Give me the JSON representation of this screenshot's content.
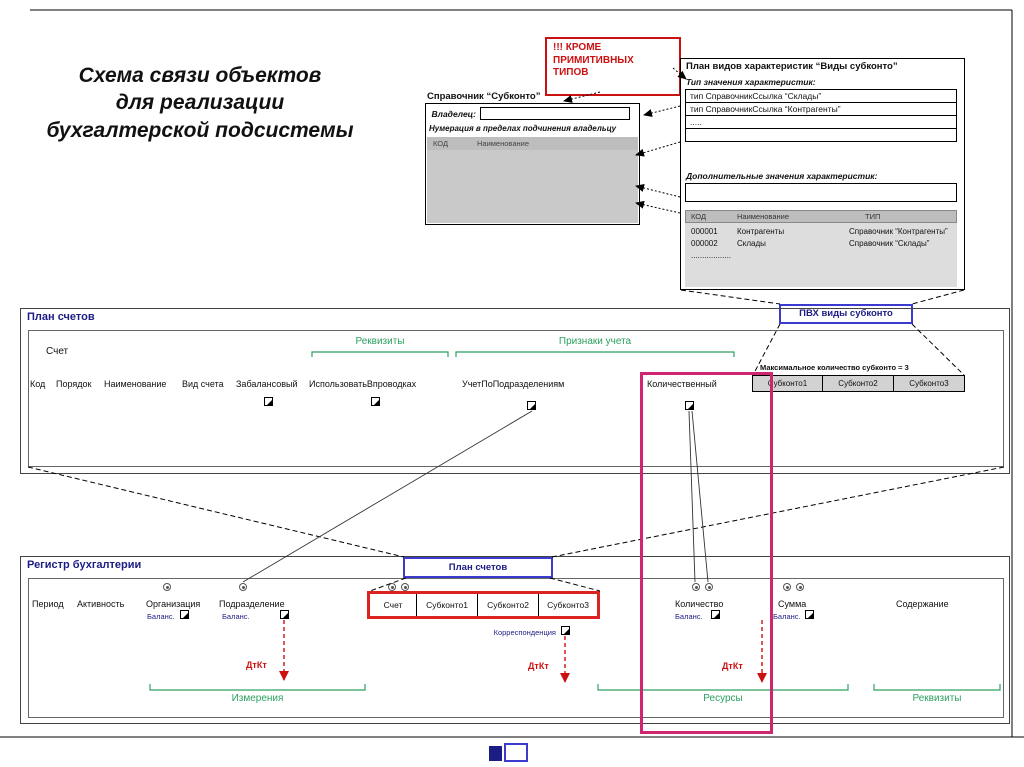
{
  "colors": {
    "navy": "#1c1c85",
    "green": "#2da060",
    "red": "#cc1111",
    "magenta": "#d02670",
    "blue_border": "#3b3bd0"
  },
  "slide": {
    "title": "Схема связи объектов\nдля реализации\nбухгалтерской подсистемы"
  },
  "callout": {
    "text": "!!! КРОМЕ\nПРИМИТИВНЫХ\nТИПОВ"
  },
  "spravochnik": {
    "title": "Справочник “Субконто”",
    "owner_label": "Владелец:",
    "note": "Нумерация в пределах подчинения владельцу",
    "columns": [
      "КОД",
      "Наименование"
    ]
  },
  "plan_vidov": {
    "title": "План видов характеристик “Виды субконто”",
    "types_label": "Тип значения характеристик:",
    "types": [
      "тип СправочникСсылка “Склады”",
      "тип СправочникСсылка “Контрагенты”",
      "....."
    ],
    "additional_label": "Дополнительные значения характеристик:",
    "table": {
      "columns": [
        "КОД",
        "Наименование",
        "ТИП"
      ],
      "rows": [
        {
          "code": "000001",
          "name": "Контрагенты",
          "type": "Справочник “Контрагенты”"
        },
        {
          "code": "000002",
          "name": "Склады",
          "type": "Справочник “Склады”"
        },
        {
          "code": "..................",
          "name": "",
          "type": ""
        }
      ]
    }
  },
  "pvh_badge": {
    "label": "ПВХ виды субконто"
  },
  "plan_schetov": {
    "title": "План счетов",
    "account_label": "Счет",
    "bracket_rekvizity": "Реквизиты",
    "bracket_priznaki": "Признаки учета",
    "fields": [
      "Код",
      "Порядок",
      "Наименование",
      "Вид счета",
      "Забалансовый",
      "ИспользоватьВпроводках",
      "УчетПоПодразделениям",
      "Количественный"
    ],
    "max_note": "Максимальное количество субконто = 3",
    "subkonto": [
      "Субконто1",
      "Субконто2",
      "Субконто3"
    ]
  },
  "register": {
    "title": "Регистр бухгалтерии",
    "plan_badge": "План счетов",
    "period": "Период",
    "activity": "Активность",
    "org": "Организация",
    "subdiv": "Подразделение",
    "qty": "Количество",
    "sum": "Сумма",
    "content": "Содержание",
    "account_box": [
      "Счет",
      "Субконто1",
      "Субконто2",
      "Субконто3"
    ],
    "balance_label": "Баланс.",
    "correspond_label": "Корреспонденция",
    "dtkt_label": "ДтКт",
    "bracket_izmereniya": "Измерения",
    "bracket_resursy": "Ресурсы",
    "bracket_rekvizity": "Реквизиты"
  }
}
